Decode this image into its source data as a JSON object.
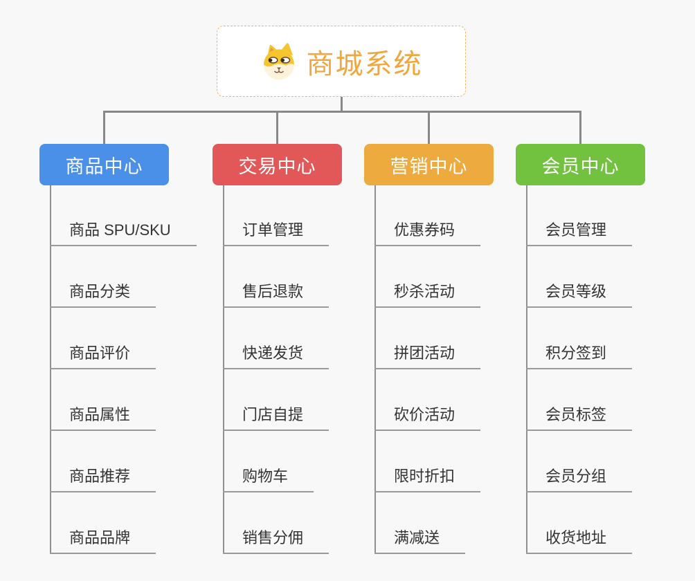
{
  "canvas": {
    "background": "#f8f8f8",
    "connector_color": "#888888",
    "leaf_underline_color": "#999999"
  },
  "root": {
    "title": "商城系统",
    "icon": "dog-face-icon",
    "title_color": "#f0a73e",
    "border_color": "#f0b45c",
    "background": "#ffffff"
  },
  "branches": [
    {
      "id": "product-center",
      "label": "商品中心",
      "color": "#4a90e8",
      "children": [
        "商品 SPU/SKU",
        "商品分类",
        "商品评价",
        "商品属性",
        "商品推荐",
        "商品品牌"
      ]
    },
    {
      "id": "trade-center",
      "label": "交易中心",
      "color": "#e25757",
      "children": [
        "订单管理",
        "售后退款",
        "快递发货",
        "门店自提",
        "购物车",
        "销售分佣"
      ]
    },
    {
      "id": "marketing-center",
      "label": "营销中心",
      "color": "#edaa3e",
      "children": [
        "优惠券码",
        "秒杀活动",
        "拼团活动",
        "砍价活动",
        "限时折扣",
        "满减送"
      ]
    },
    {
      "id": "member-center",
      "label": "会员中心",
      "color": "#72c13f",
      "children": [
        "会员管理",
        "会员等级",
        "积分签到",
        "会员标签",
        "会员分组",
        "收货地址"
      ]
    }
  ]
}
